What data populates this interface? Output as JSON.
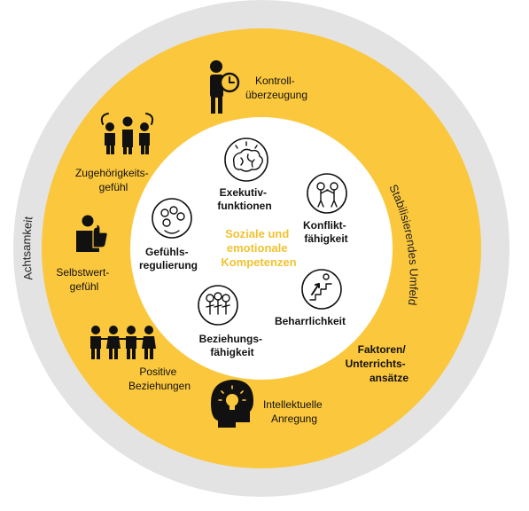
{
  "colors": {
    "outer_ring": "#e3e3e3",
    "middle_ring": "#fbc73c",
    "inner_disc": "#ffffff",
    "center_text": "#f2c230",
    "text": "#111111"
  },
  "center": {
    "line1": "Soziale und",
    "line2": "emotionale",
    "line3": "Kompetenzen"
  },
  "inner_items": {
    "exekutiv": {
      "line1": "Exekutiv-",
      "line2": "funktionen",
      "icon": "brain-icon"
    },
    "konflikt": {
      "line1": "Konflikt-",
      "line2": "fähigkeit",
      "icon": "conflict-icon"
    },
    "beharrlichkeit": {
      "line1": "Beharrlichkeit",
      "icon": "climbing-stairs-icon"
    },
    "beziehung": {
      "line1": "Beziehungs-",
      "line2": "fähigkeit",
      "icon": "friends-group-icon"
    },
    "gefuehl": {
      "line1": "Gefühls-",
      "line2": "regulierung",
      "icon": "emotions-icon"
    }
  },
  "middle_items": {
    "kontroll": {
      "line1": "Kontroll-",
      "line2": "überzeugung",
      "icon": "person-clock-icon"
    },
    "zugehoerigkeit": {
      "line1": "Zugehörigkeits-",
      "line2": "gefühl",
      "icon": "group-hug-icon"
    },
    "selbstwert": {
      "line1": "Selbstwert-",
      "line2": "gefühl",
      "icon": "thumbs-up-person-icon"
    },
    "beziehungen": {
      "line1": "Positive",
      "line2": "Beziehungen",
      "icon": "people-row-icon"
    },
    "anregung": {
      "line1": "Intellektuelle",
      "line2": "Anregung",
      "icon": "head-lightbulb-icon"
    },
    "faktoren": {
      "line1": "Faktoren/",
      "line2": "Unterrichts-",
      "line3": "ansätze"
    }
  },
  "ring_labels": {
    "left": "Achtsamkeit",
    "right": "Stabilisierendes Umfeld"
  }
}
